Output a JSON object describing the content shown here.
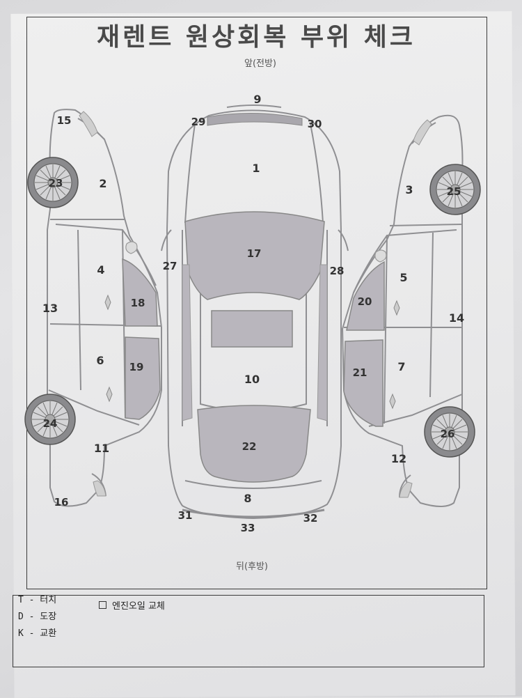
{
  "title": "재렌트 원상회복 부위 체크",
  "front_label": "앞(전방)",
  "rear_label": "뒤(후방)",
  "legend": [
    "T - 터치",
    "D - 도장",
    "K - 교환"
  ],
  "checkbox_label": "엔진오일 교체",
  "part_numbers": [
    "1",
    "2",
    "3",
    "4",
    "5",
    "6",
    "7",
    "8",
    "9",
    "10",
    "11",
    "12",
    "13",
    "14",
    "15",
    "16",
    "17",
    "18",
    "19",
    "20",
    "21",
    "22",
    "23",
    "24",
    "25",
    "26",
    "27",
    "28",
    "29",
    "30",
    "31",
    "32",
    "33"
  ]
}
